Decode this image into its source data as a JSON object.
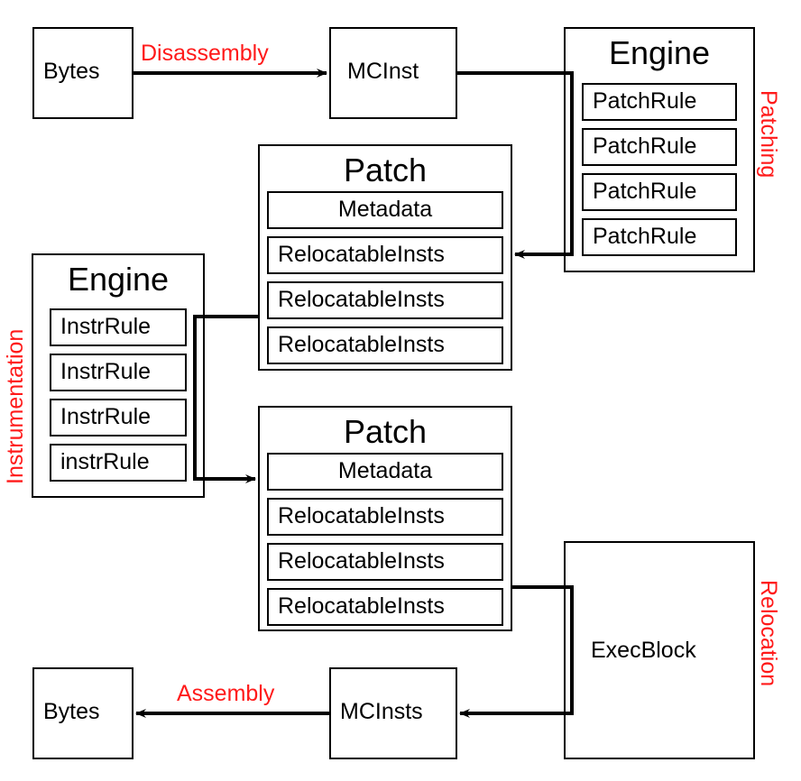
{
  "top_row": {
    "bytes_in": "Bytes",
    "mcinst": "MCInst",
    "disassembly_label": "Disassembly"
  },
  "patching_engine": {
    "title": "Engine",
    "rules": [
      "PatchRule",
      "PatchRule",
      "PatchRule",
      "PatchRule"
    ],
    "stage_label": "Patching"
  },
  "patch_1": {
    "title": "Patch",
    "metadata": "Metadata",
    "insts": [
      "RelocatableInsts",
      "RelocatableInsts",
      "RelocatableInsts"
    ]
  },
  "instr_engine": {
    "title": "Engine",
    "rules": [
      "InstrRule",
      "InstrRule",
      "InstrRule",
      "instrRule"
    ],
    "stage_label": "Instrumentation"
  },
  "patch_2": {
    "title": "Patch",
    "metadata": "Metadata",
    "insts": [
      "RelocatableInsts",
      "RelocatableInsts",
      "RelocatableInsts"
    ]
  },
  "exec_block": {
    "label": "ExecBlock",
    "stage_label": "Relocation"
  },
  "bottom_row": {
    "bytes_out": "Bytes",
    "mcinsts": "MCInsts",
    "assembly_label": "Assembly"
  },
  "colors": {
    "stage_label": "#ff1a1a",
    "line": "#000000"
  }
}
